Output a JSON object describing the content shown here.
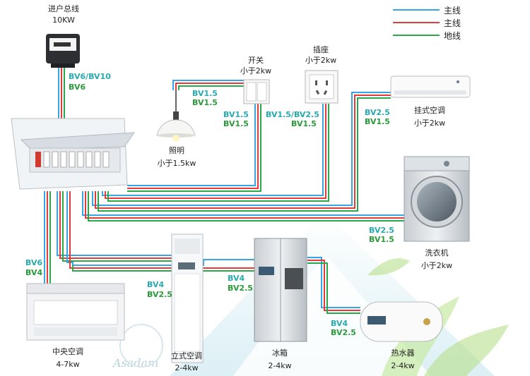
{
  "legend": [
    {
      "label": "主线",
      "color": "#3aa3e3"
    },
    {
      "label": "主线",
      "color": "#e23b3b"
    },
    {
      "label": "地线",
      "color": "#2aa84a"
    }
  ],
  "meter": {
    "title": "进户总线",
    "rating": "10KW",
    "spec1": "BV6/BV10",
    "spec2": "BV6"
  },
  "switch": {
    "title": "开关",
    "rating": "小于2kw"
  },
  "socket": {
    "title": "插座",
    "rating": "小于2kw"
  },
  "lamp": {
    "title": "照明",
    "rating": "小于1.5kw",
    "spec1": "BV1.5",
    "spec2": "BV1.5"
  },
  "lamp_line": {
    "spec1": "BV1.5",
    "spec2": "BV1.5"
  },
  "socket_line": {
    "spec1": "BV1.5/BV2.5",
    "spec2": "BV1.5"
  },
  "wall_ac": {
    "title": "挂式空调",
    "rating": "小于2kw",
    "spec1": "BV2.5",
    "spec2": "BV1.5"
  },
  "washer": {
    "title": "洗衣机",
    "rating": "小于2kw",
    "spec1": "BV2.5",
    "spec2": "BV1.5"
  },
  "central_ac": {
    "title": "中央空调",
    "rating": "4-7kw",
    "spec1": "BV6",
    "spec2": "BV4"
  },
  "tower_ac": {
    "title": "立式空调",
    "rating": "2-4kw",
    "spec1": "BV4",
    "spec2": "BV2.5"
  },
  "fridge": {
    "title": "冰箱",
    "rating": "2-4kw",
    "spec1": "BV4",
    "spec2": "BV2.5"
  },
  "heater": {
    "title": "热水器",
    "rating": "2-4kw",
    "spec1": "BV4",
    "spec2": "BV2.5"
  },
  "watermark": "Asadam"
}
